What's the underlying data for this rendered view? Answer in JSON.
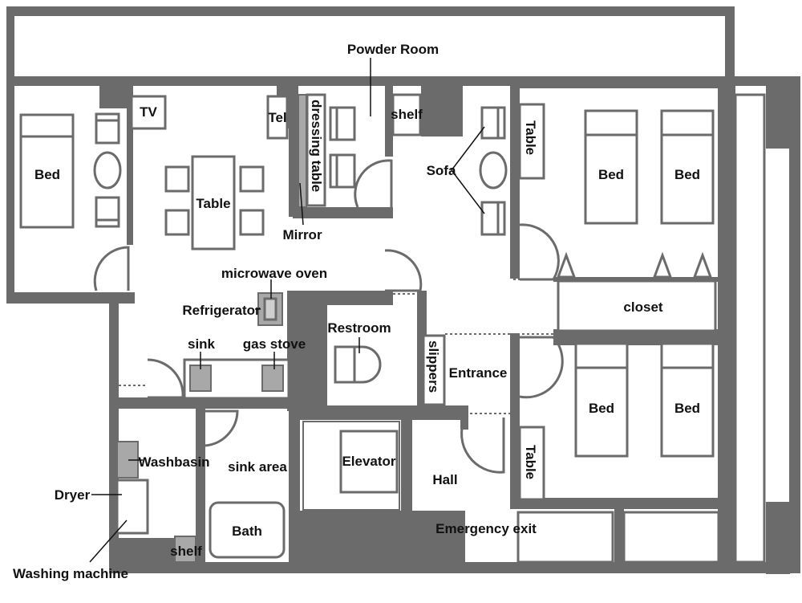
{
  "labels": {
    "powder_room": "Powder Room",
    "tv": "TV",
    "tel": "Tel",
    "dressing_table": "dressing table",
    "shelf_top": "shelf",
    "sofa": "Sofa",
    "table_top_right": "Table",
    "bed_left": "Bed",
    "table_center": "Table",
    "mirror": "Mirror",
    "bed_tr1": "Bed",
    "bed_tr2": "Bed",
    "microwave_oven": "microwave oven",
    "refrigerator": "Refrigerator",
    "closet": "closet",
    "restroom": "Restroom",
    "sink": "sink",
    "gas_stove": "gas stove",
    "slippers": "slippers",
    "entrance": "Entrance",
    "bed_br1": "Bed",
    "bed_br2": "Bed",
    "washbasin": "Washbasin",
    "sink_area": "sink area",
    "elevator": "Elevator",
    "table_bottom_right": "Table",
    "hall": "Hall",
    "dryer": "Dryer",
    "bath": "Bath",
    "emergency_exit": "Emergency exit",
    "shelf_bottom": "shelf",
    "washing_machine": "Washing machine"
  },
  "colors": {
    "wall": "#6b6b6b",
    "appliance": "#a8a8a8",
    "background": "#ffffff"
  }
}
